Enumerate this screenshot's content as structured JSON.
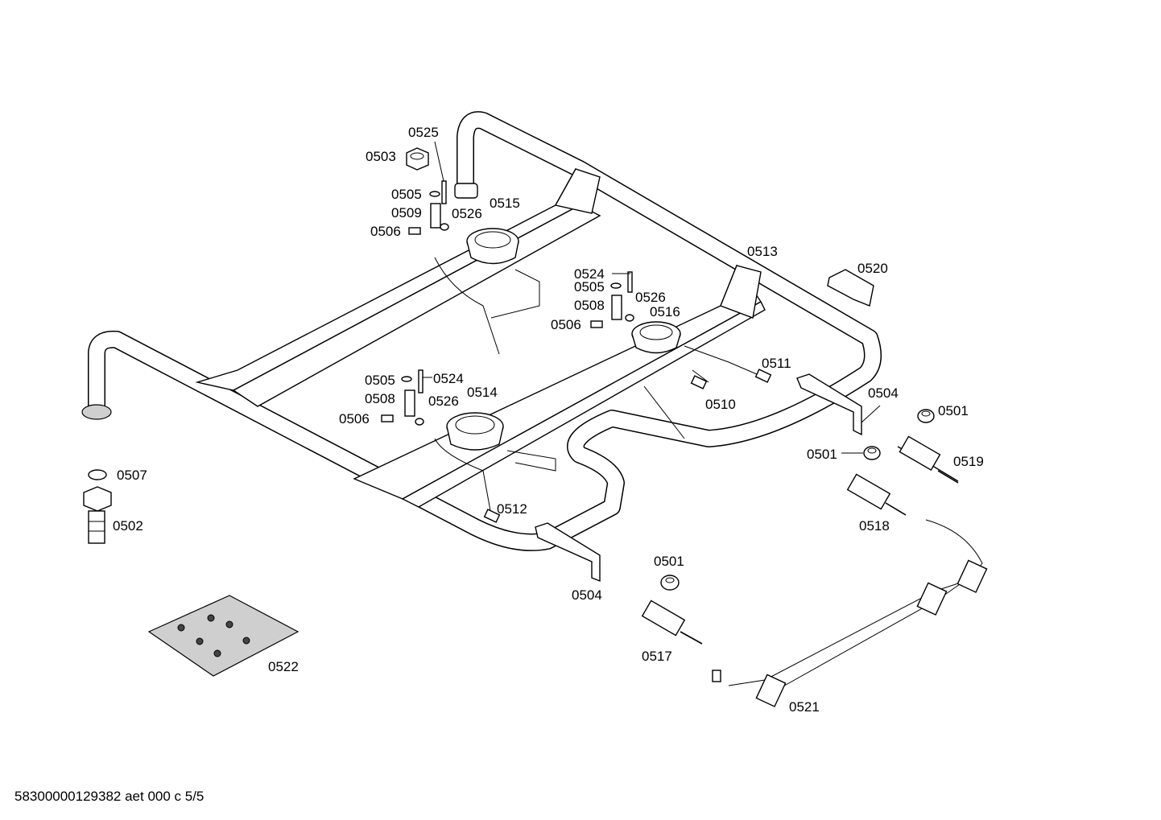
{
  "labels": {
    "l0525": "0525",
    "l0503": "0503",
    "l0505a": "0505",
    "l0509": "0509",
    "l0526a": "0526",
    "l0515": "0515",
    "l0506a": "0506",
    "l0513": "0513",
    "l0520": "0520",
    "l0524a": "0524",
    "l0505b": "0505",
    "l0508a": "0508",
    "l0526b": "0526",
    "l0516": "0516",
    "l0506b": "0506",
    "l0511": "0511",
    "l0505c": "0505",
    "l0524b": "0524",
    "l0508b": "0508",
    "l0526c": "0526",
    "l0514": "0514",
    "l0506c": "0506",
    "l0510": "0510",
    "l0504a": "0504",
    "l0501a": "0501",
    "l0501b": "0501",
    "l0519": "0519",
    "l0507": "0507",
    "l0502": "0502",
    "l0512": "0512",
    "l0518": "0518",
    "l0501c": "0501",
    "l0504b": "0504",
    "l0517": "0517",
    "l0522": "0522",
    "l0521": "0521"
  },
  "footer": "58300000129382 aet 000 c 5/5"
}
